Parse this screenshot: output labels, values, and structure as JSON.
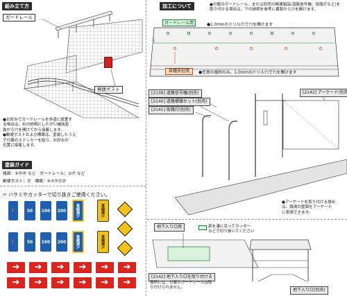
{
  "left": {
    "assembly_header": "組み立て方",
    "guardrail_label": "ガードレール",
    "post_label": "郵便ポスト",
    "notes": [
      "●お好みでガードレールを歩道に設置す",
      "る場合は、右の説明にしたがい補強塗",
      "装から穴を開けてから接着します。",
      "●郵便ポストおよび標識は、塗装したうえ",
      "で付属のステッカーを貼り、お好みの",
      "位置に接着します。"
    ],
    "paint_header": "塗装ガイド",
    "paint_lines": [
      "路面：⑨⑭㉟ など　ガードレール：②㊲ など",
      "郵便ポスト：㉗　標識：⑧⑤⑭㉑㉗"
    ],
    "sticker_caption": "✂ ハサミやカッターで切り抜きご使用ください。",
    "signs_row1": [
      "50",
      "100",
      "200",
      "車線減少",
      "車線減少",
      ""
    ],
    "signs_row2": [
      "50",
      "100",
      "200",
      "車線減少",
      "車線減少",
      ""
    ]
  },
  "right": {
    "processing_header": "加工について",
    "intro": [
      "●付属のガードレール、または別売の関連製品(道路信号機、街路灯など)を",
      "取り付ける場合は、下の説明を参考に書割から穴を開けます。"
    ],
    "guardrail_box": "ガードレール用",
    "drill_1mm": "●1.0mmのドリル穴で穴を開けます",
    "support_box": "各種支柱用",
    "drill_any": "●任意の個所のみ、1.0mmのドリル穴で穴を開けます",
    "part_2139": "[2139] 道路信号機(別売)",
    "part_2140": "[2140] 道路標識セット(別売)",
    "part_2141": "[2141] 街路灯(別売)",
    "part_2142": "[2142] アーケード(別売)",
    "arcade_note": [
      "●アーケードを取り付ける場合",
      "は、銭湯の壁面をアーケード",
      "に表現できます。"
    ],
    "underground_box": "地下入り口用",
    "cutter_note": [
      "部を溝に沿ってカッター",
      "などで切り抜いてください"
    ],
    "bottom_note_label": "[2142] 地下入り口を取り付ける",
    "bottom_note": [
      "個所には、付属のガードレールは取",
      "り付けられません。"
    ],
    "entrance_box": "地下入り口(別売)"
  },
  "colors": {
    "sign_blue": "#1f5fb0",
    "sign_yellow": "#f3c21a",
    "sign_red": "#d2221c",
    "arrow_red": "#d9251d",
    "green": "#1c7c3a",
    "post_red": "#d3231f"
  }
}
